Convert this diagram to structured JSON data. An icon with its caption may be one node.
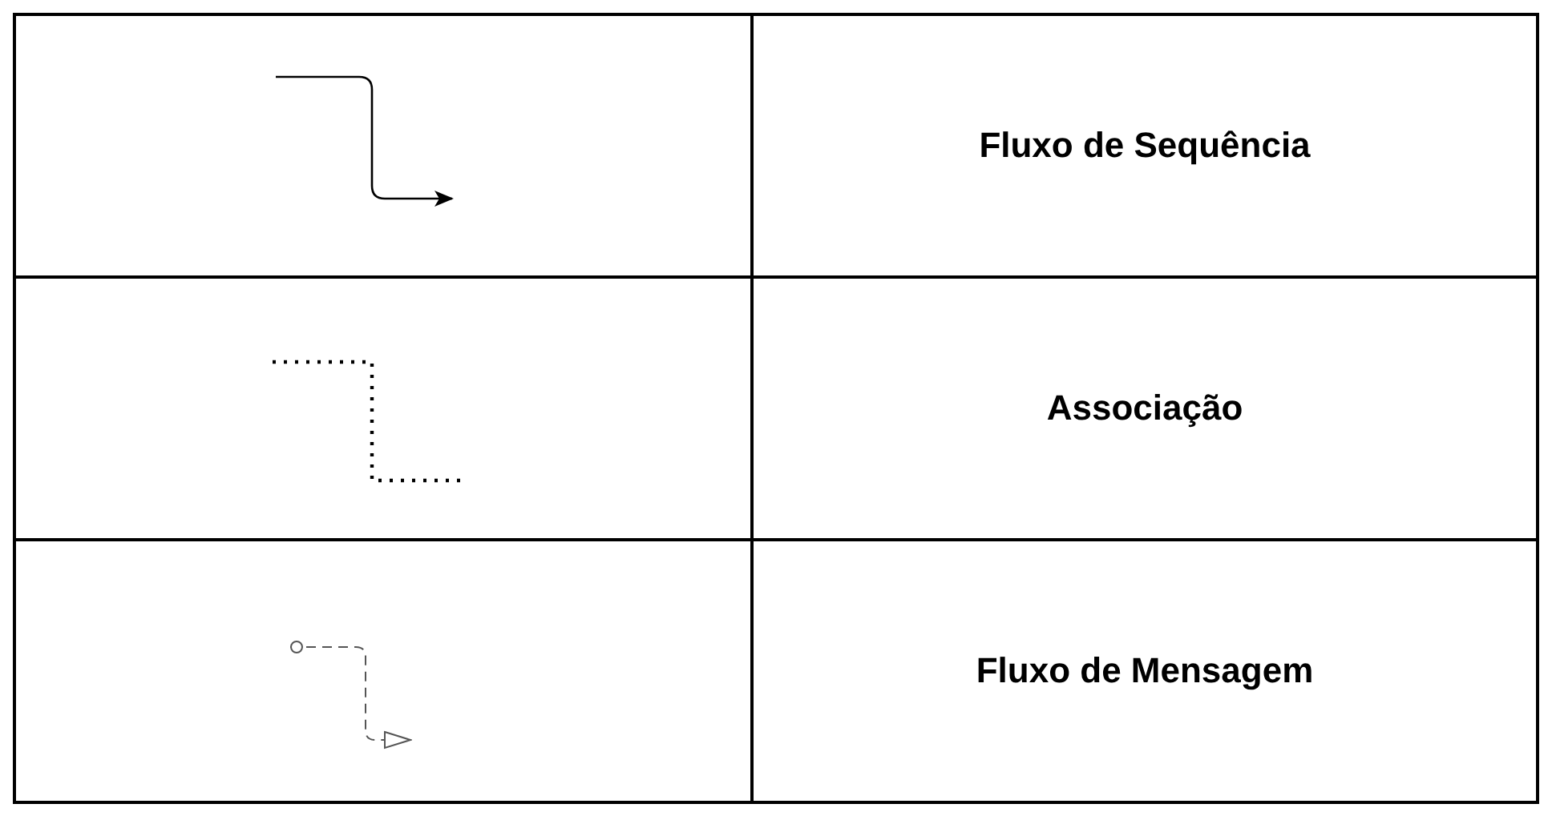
{
  "diagram": {
    "legend": [
      {
        "text": "Fluxo de Sequência"
      },
      {
        "text": "Associação"
      },
      {
        "text": "Fluxo de Mensagem"
      }
    ]
  }
}
